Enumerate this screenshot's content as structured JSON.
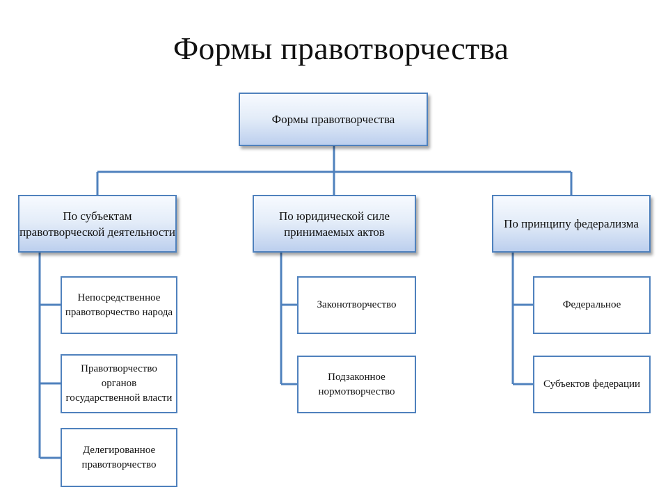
{
  "slide": {
    "title": "Формы правотворчества"
  },
  "diagram": {
    "root": {
      "label": "Формы правотворчества"
    },
    "categories": [
      {
        "label": "По субъектам правотворческой деятельности",
        "items": [
          "Непосредственное правотворчество народа",
          "Правотворчество органов государственной власти",
          "Делегированное правотворчество"
        ]
      },
      {
        "label": "По юридической силе принимаемых актов",
        "items": [
          "Законотворчество",
          "Подзаконное нормотворчество"
        ]
      },
      {
        "label": "По принципу федерализма",
        "items": [
          "Федеральное",
          "Субъектов федерации"
        ]
      }
    ]
  },
  "colors": {
    "connector": "#4f81bd",
    "box_border": "#4f81bd",
    "header_fill_top": "#f7faff",
    "header_fill_bottom": "#bccfee"
  }
}
